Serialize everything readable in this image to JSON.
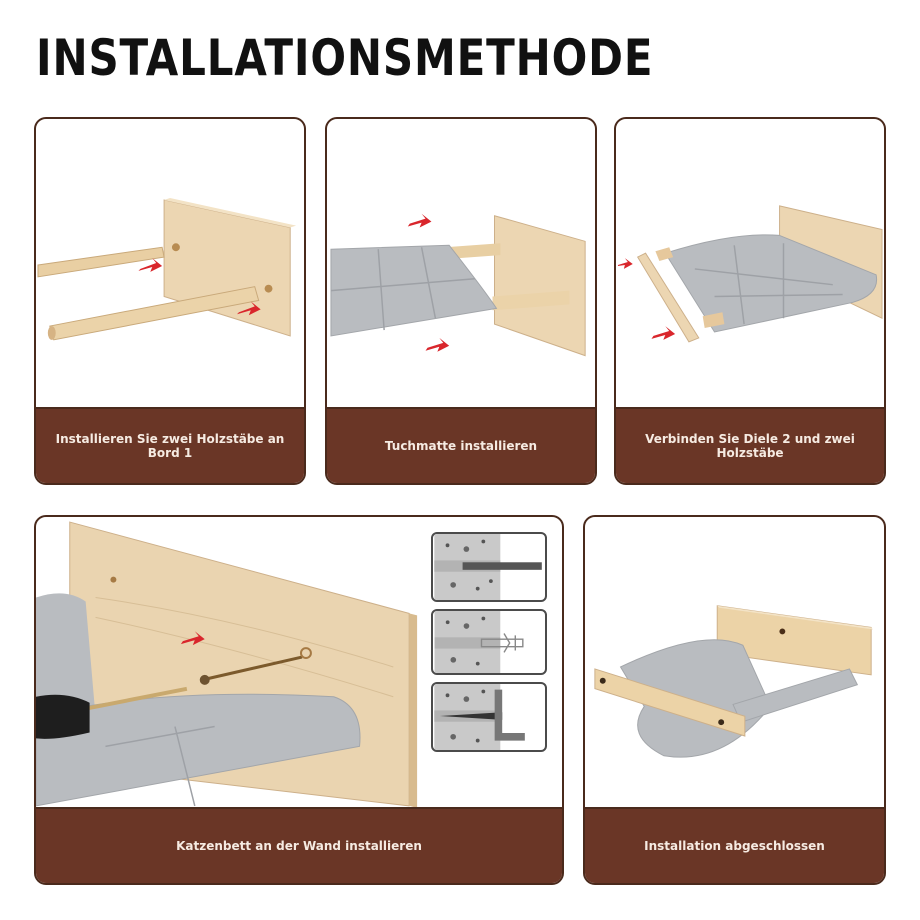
{
  "title": "INSTALLATIONSMETHODE",
  "colors": {
    "border": "#4a2a1c",
    "caption_bg": "#6a3626",
    "caption_text": "#f6ebe2",
    "wood": "#e8cfa6",
    "fabric": "#b9bcc0",
    "arrow": "#d9262c"
  },
  "steps": [
    {
      "id": 1,
      "caption": "Installieren Sie zwei Holzstäbe an Bord 1",
      "image": "wood-board-with-two-dowels-icon"
    },
    {
      "id": 2,
      "caption": "Tuchmatte installieren",
      "image": "fabric-mat-on-dowels-icon"
    },
    {
      "id": 3,
      "caption": "Verbinden Sie Diele 2 und zwei Holzstäbe",
      "image": "second-board-attach-icon"
    },
    {
      "id": 4,
      "caption": "Katzenbett an der Wand installieren",
      "image": "drill-screw-into-board-icon",
      "insets": [
        {
          "step": 1,
          "image": "drill-into-concrete-icon"
        },
        {
          "step": 2,
          "image": "insert-wall-plug-icon"
        },
        {
          "step": 3,
          "image": "screw-bracket-icon"
        }
      ]
    },
    {
      "id": 5,
      "caption": "Installation abgeschlossen",
      "image": "finished-cat-hammock-icon"
    }
  ]
}
